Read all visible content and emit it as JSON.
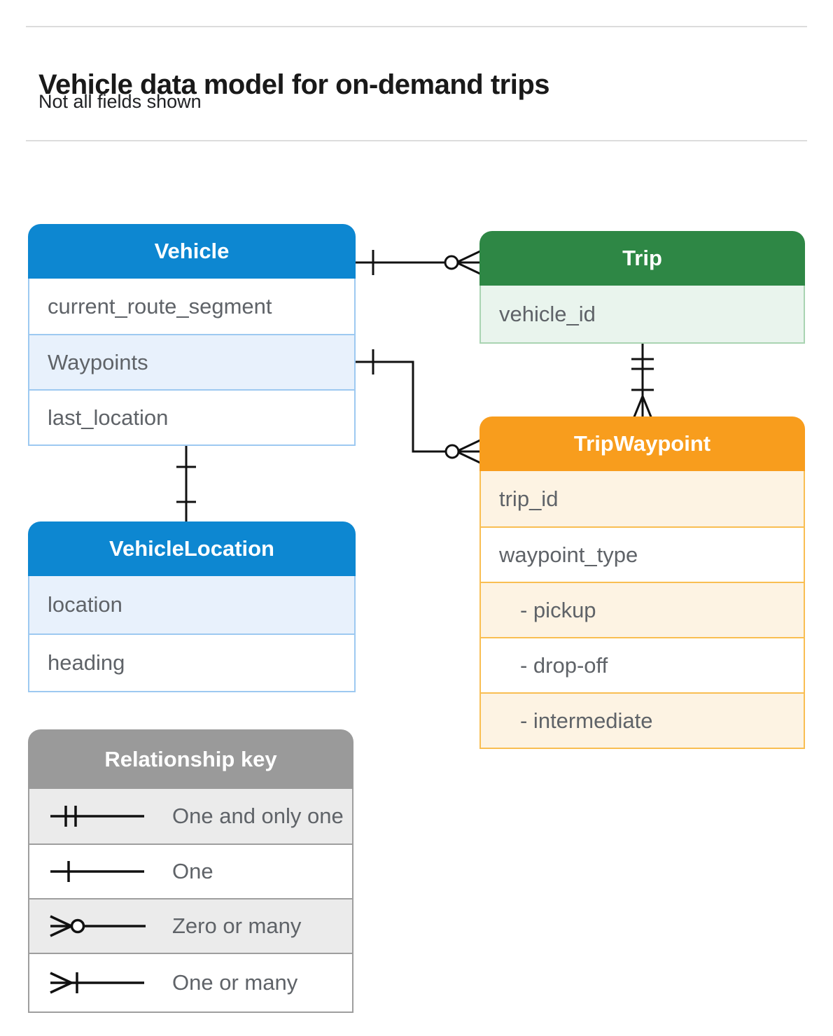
{
  "page": {
    "title": "Vehicle data model for on-demand trips",
    "subtitle": "Not all fields shown"
  },
  "tables": {
    "vehicle": {
      "title": "Vehicle",
      "fields": [
        "current_route_segment",
        "Waypoints",
        "last_location"
      ]
    },
    "trip": {
      "title": "Trip",
      "fields": [
        "vehicle_id"
      ]
    },
    "trip_waypoint": {
      "title": "TripWaypoint",
      "fields": [
        "trip_id",
        "waypoint_type",
        "- pickup",
        "- drop-off",
        "- intermediate"
      ]
    },
    "vehicle_location": {
      "title": "VehicleLocation",
      "fields": [
        "location",
        "heading"
      ]
    }
  },
  "legend": {
    "title": "Relationship key",
    "items": [
      {
        "symbol": "one-and-only-one-icon",
        "label": "One and only one"
      },
      {
        "symbol": "one-icon",
        "label": "One"
      },
      {
        "symbol": "zero-or-many-icon",
        "label": "Zero or many"
      },
      {
        "symbol": "one-or-many-icon",
        "label": "One or many"
      }
    ]
  },
  "relationships": [
    {
      "from": "Vehicle",
      "from_cardinality": "one",
      "to": "Trip",
      "to_cardinality": "zero or many"
    },
    {
      "from": "Trip",
      "from_cardinality": "one and only one",
      "to": "TripWaypoint",
      "to_cardinality": "one or many"
    },
    {
      "from": "Vehicle.Waypoints",
      "from_cardinality": "one",
      "to": "TripWaypoint",
      "to_cardinality": "zero or many"
    },
    {
      "from": "Vehicle.last_location",
      "from_cardinality": "one",
      "to": "VehicleLocation",
      "to_cardinality": "one"
    }
  ],
  "colors": {
    "blue_header": "#0d87d1",
    "blue_row": "#e8f1fc",
    "blue_border": "#9dc9f1",
    "green_header": "#2e8745",
    "green_row": "#e9f4ed",
    "green_border": "#a9d4b2",
    "orange_header": "#f89d1d",
    "orange_row": "#fdf3e3",
    "orange_border": "#f9be52",
    "gray_header": "#9a9a9a",
    "gray_row": "#ebebeb",
    "gray_border": "#9e9e9e",
    "connector": "#111111",
    "field_text": "#5f6368",
    "legend_text": "#757575"
  }
}
